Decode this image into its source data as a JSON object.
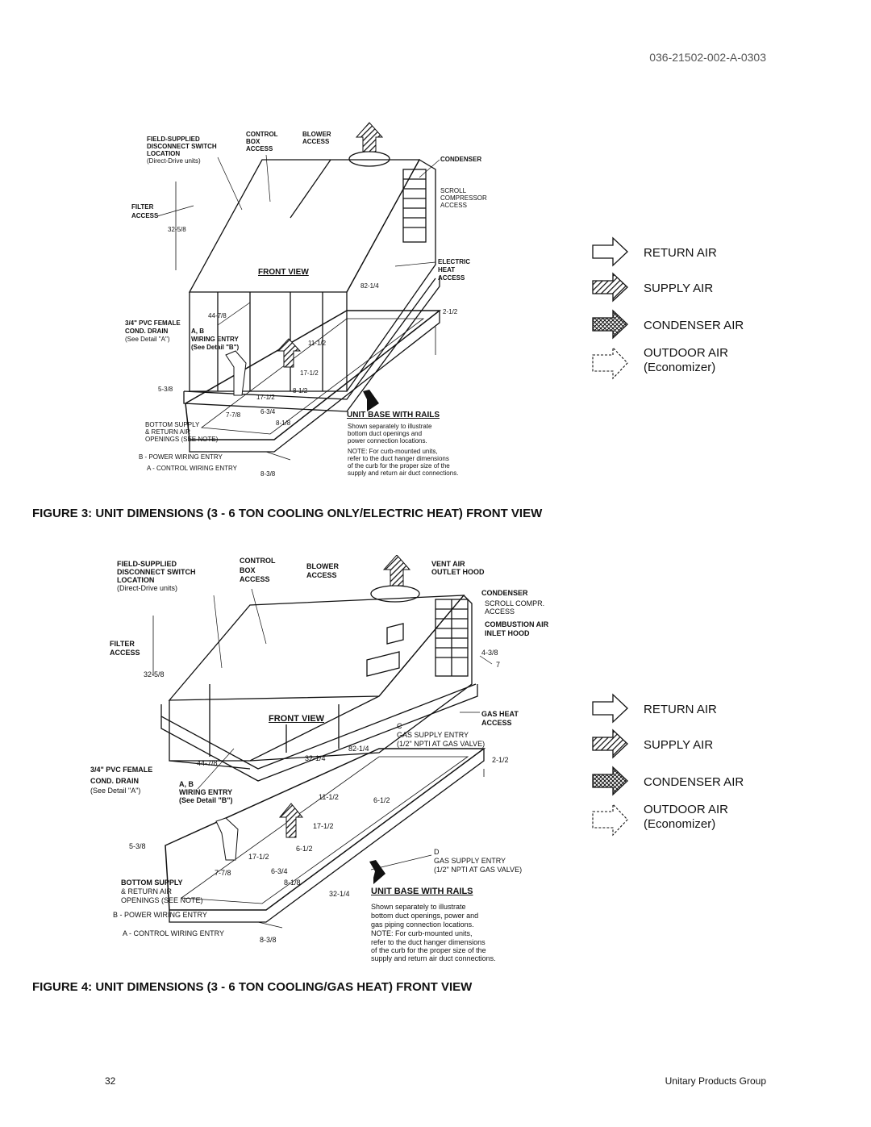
{
  "header": {
    "doc_number": "036-21502-002-A-0303"
  },
  "figure3": {
    "caption": "FIGURE 3:    UNIT DIMENSIONS  (3 - 6 TON COOLING ONLY/ELECTRIC HEAT) FRONT VIEW",
    "labels": {
      "field_supplied": "FIELD-SUPPLIED",
      "disconnect": "DISCONNECT SWITCH",
      "location": "LOCATION",
      "direct_drive": "(Direct-Drive units)",
      "control": "CONTROL",
      "box": "BOX",
      "access1": "ACCESS",
      "blower": "BLOWER",
      "access2": "ACCESS",
      "condenser": "CONDENSER",
      "scroll": "SCROLL",
      "compressor": "COMPRESSOR",
      "access3": "ACCESS",
      "filter": "FILTER",
      "filter_access": "ACCESS",
      "dim_32_5_8": "32-5/8",
      "front_view": "FRONT VIEW",
      "electric": "ELECTRIC",
      "heat": "HEAT",
      "heat_access": "ACCESS",
      "dim_82_1_4": "82-1/4",
      "dim_44_7_8": "44-7/8",
      "pvc": "3/4\" PVC FEMALE",
      "cond_drain": "COND. DRAIN",
      "detail_a": "(See Detail \"A\")",
      "ab": "A, B",
      "wiring_entry": "WIRING ENTRY",
      "detail_b": "(See Detail \"B\")",
      "dim_2_1_2": "2-1/2",
      "dim_11_1_2": "11-1/2",
      "dim_17_1_2a": "17-1/2",
      "dim_5_3_8": "5-3/8",
      "dim_8_1_2": "8-1/2",
      "dim_17_1_2b": "17-1/2",
      "dim_7_7_8": "7-7/8",
      "dim_6_3_4": "6-3/4",
      "dim_8_1_8": "8-1/8",
      "bottom_supply": "BOTTOM SUPPLY",
      "return_air": "& RETURN AIR",
      "openings": "OPENINGS (SEE NOTE)",
      "power_wiring": "B - POWER WIRING ENTRY",
      "control_wiring": "A - CONTROL WIRING ENTRY",
      "dim_8_3_8": "8-3/8",
      "unit_base": "UNIT BASE WITH RAILS",
      "note1": "Shown separately to illustrate",
      "note2": "bottom duct openings and",
      "note3": "power connection locations.",
      "note4": "NOTE: For curb-mounted units,",
      "note5": "refer to the duct hanger dimensions",
      "note6": "of the curb for the proper size of the",
      "note7": "supply and return air duct connections."
    },
    "legend": {
      "return_air": "RETURN AIR",
      "supply_air": "SUPPLY AIR",
      "condenser_air": "CONDENSER AIR",
      "outdoor_air": "OUTDOOR AIR",
      "economizer": "(Economizer)"
    }
  },
  "figure4": {
    "caption": "FIGURE 4:    UNIT DIMENSIONS  (3 - 6 TON COOLING/GAS HEAT) FRONT VIEW",
    "labels": {
      "field_supplied": "FIELD-SUPPLIED",
      "disconnect": "DISCONNECT SWITCH",
      "location": "LOCATION",
      "direct_drive": "(Direct-Drive units)",
      "control": "CONTROL",
      "box": "BOX",
      "access1": "ACCESS",
      "blower": "BLOWER",
      "access2": "ACCESS",
      "vent_air": "VENT AIR",
      "outlet_hood": "OUTLET HOOD",
      "condenser": "CONDENSER",
      "scroll_compr": "SCROLL COMPR.",
      "access3": "ACCESS",
      "combustion": "COMBUSTION AIR",
      "inlet_hood": "INLET HOOD",
      "dim_4_3_8": "4-3/8",
      "dim_7": "7",
      "filter": "FILTER",
      "filter_access": "ACCESS",
      "dim_32_5_8": "32-5/8",
      "front_view": "FRONT VIEW",
      "gas_heat": "GAS HEAT",
      "gas_access": "ACCESS",
      "c": "C",
      "gas_supply_c": "GAS SUPPLY ENTRY",
      "npti_c": "(1/2\" NPTI AT GAS VALVE)",
      "dim_82_1_4": "82-1/4",
      "dim_32_1_4a": "32-1/4",
      "dim_44_7_8": "44-7/8",
      "pvc": "3/4\" PVC FEMALE",
      "cond_drain": "COND. DRAIN",
      "detail_a": "(See Detail \"A\")",
      "ab": "A, B",
      "wiring_entry": "WIRING ENTRY",
      "detail_b": "(See Detail \"B\")",
      "dim_2_1_2": "2-1/2",
      "dim_11_1_2": "11-1/2",
      "dim_6_1_2a": "6-1/2",
      "dim_17_1_2a": "17-1/2",
      "dim_5_3_8": "5-3/8",
      "dim_6_1_2b": "6-1/2",
      "dim_17_1_2b": "17-1/2",
      "dim_7_7_8": "7-7/8",
      "dim_6_3_4": "6-3/4",
      "dim_8_1_8": "8-1/8",
      "d": "D",
      "gas_supply_d": "GAS SUPPLY ENTRY",
      "npti_d": "(1/2\" NPTI AT GAS VALVE)",
      "bottom_supply": "BOTTOM SUPPLY",
      "return_air": "& RETURN AIR",
      "openings": "OPENINGS (SEE NOTE)",
      "power_wiring": "B - POWER WIRING ENTRY",
      "control_wiring": "A - CONTROL WIRING ENTRY",
      "dim_32_1_4b": "32-1/4",
      "dim_8_3_8": "8-3/8",
      "unit_base": "UNIT BASE WITH RAILS",
      "note1": "Shown separately to illustrate",
      "note2": "bottom duct openings, power and",
      "note3": "gas piping connection locations.",
      "note4": "NOTE: For curb-mounted units,",
      "note5": "refer to the duct hanger dimensions",
      "note6": "of the curb for the proper size of the",
      "note7": "supply and return air duct connections."
    },
    "legend": {
      "return_air": "RETURN AIR",
      "supply_air": "SUPPLY AIR",
      "condenser_air": "CONDENSER AIR",
      "outdoor_air": "OUTDOOR AIR",
      "economizer": "(Economizer)"
    }
  },
  "footer": {
    "page_number": "32",
    "company": "Unitary Products Group"
  }
}
